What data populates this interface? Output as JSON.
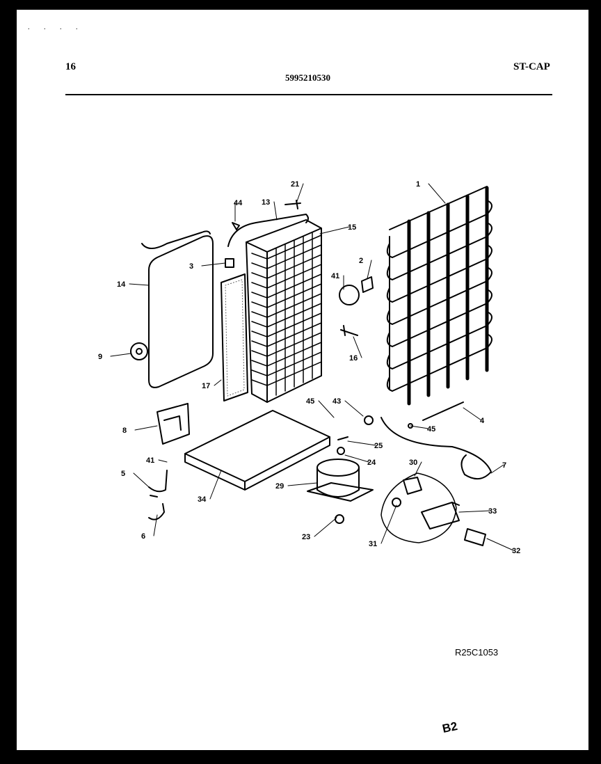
{
  "header": {
    "page_number": "16",
    "part_number": "5995210530",
    "model_code": "ST-CAP"
  },
  "footer": {
    "drawing_code": "R25C1053",
    "stamp": "B2"
  },
  "corner_marks": ". . . .",
  "callouts": [
    "1",
    "2",
    "3",
    "4",
    "5",
    "6",
    "7",
    "8",
    "9",
    "13",
    "14",
    "15",
    "16",
    "17",
    "21",
    "23",
    "24",
    "25",
    "29",
    "30",
    "31",
    "32",
    "33",
    "34",
    "41",
    "41",
    "43",
    "44",
    "45",
    "45"
  ]
}
